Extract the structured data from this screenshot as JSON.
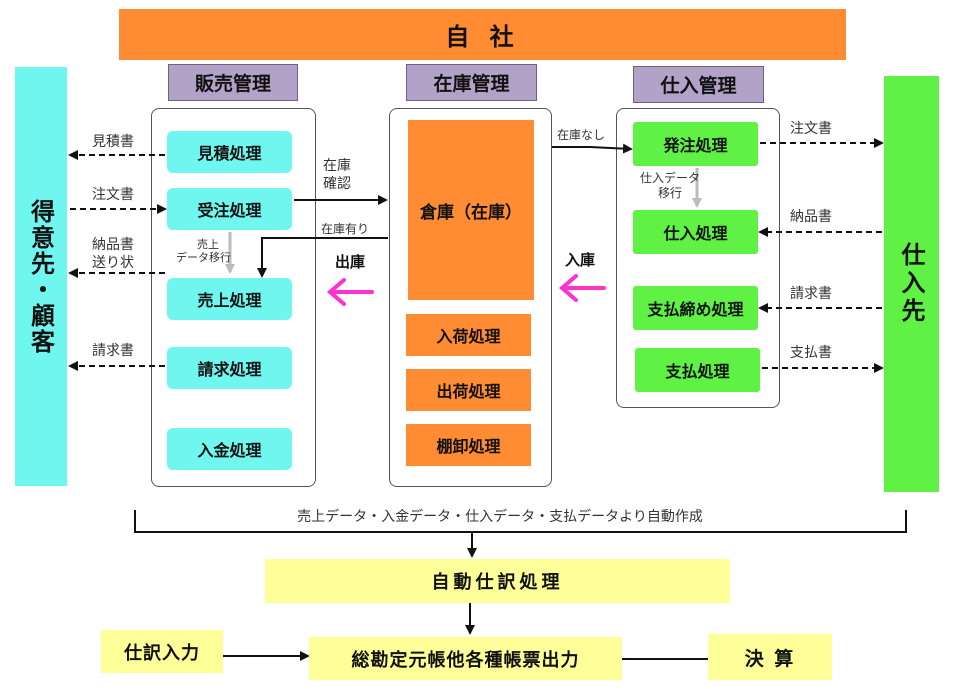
{
  "header": {
    "company": "自 社"
  },
  "left_party": "得意先・顧客",
  "right_party": "仕入先",
  "sales": {
    "title": "販売管理",
    "items": [
      "見積処理",
      "受注処理",
      "売上処理",
      "請求処理",
      "入金処理"
    ]
  },
  "inventory": {
    "title": "在庫管理",
    "warehouse": "倉庫（在庫）",
    "items": [
      "入荷処理",
      "出荷処理",
      "棚卸処理"
    ]
  },
  "purchase": {
    "title": "仕入管理",
    "items": [
      "発注処理",
      "仕入処理",
      "支払締め処理",
      "支払処理"
    ]
  },
  "labels": {
    "estimate": "見積書",
    "order": "注文書",
    "delivery_1": "納品書",
    "delivery_2": "送り状",
    "invoice": "請求書",
    "stock_check_1": "在庫",
    "stock_check_2": "確認",
    "in_stock": "在庫有り",
    "no_stock": "在庫なし",
    "sales_migrate_1": "売上",
    "sales_migrate_2": "データ移行",
    "purchase_migrate_1": "仕入データ",
    "purchase_migrate_2": "移行",
    "shipping": "出庫",
    "receiving": "入庫",
    "purchase_order": "注文書",
    "delivery_note": "納品書",
    "supplier_invoice": "請求書",
    "payment_slip": "支払書"
  },
  "auto_note": "売上データ・入金データ・仕入データ・支払データより自動作成",
  "journal_auto": "自動仕訳処理",
  "journal_input": "仕訳入力",
  "ledger_output": "総勘定元帳他各種帳票出力",
  "settlement": "決 算",
  "colors": {
    "orange": "#ff8b33",
    "cyan": "#6ff7ef",
    "green": "#5ff244",
    "yellow": "#ffff99",
    "purple": "#b3a2c7",
    "magenta": "#ff33cc"
  }
}
